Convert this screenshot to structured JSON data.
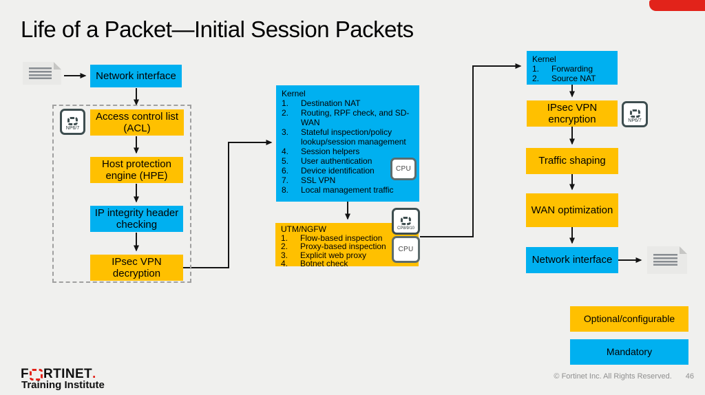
{
  "slide": {
    "title": "Life of a Packet—Initial Session Packets",
    "page_number": "46",
    "copyright": "© Fortinet Inc. All Rights Reserved.",
    "brand_wordmark_left": "F",
    "brand_wordmark_right": "RTINET",
    "brand_dot": ".",
    "brand_tagline": "Training Institute"
  },
  "colors": {
    "mandatory_blue": "#00b0f0",
    "optional_yellow": "#ffc000",
    "accent_red": "#e2231a"
  },
  "icons": {
    "np67_label": "NP6/7",
    "cpu_label": "CPU",
    "cp8910_label": "CP8/9/10"
  },
  "flow": {
    "ingress_interface": "Network interface",
    "acl": "Access control list (ACL)",
    "hpe": "Host protection engine (HPE)",
    "ip_integrity": "IP integrity header checking",
    "ipsec_decryption": "IPsec VPN decryption",
    "kernel_main": {
      "title": "Kernel",
      "items": [
        {
          "n": "1.",
          "text": "Destination NAT"
        },
        {
          "n": "2.",
          "text": "Routing, RPF check, and SD-WAN"
        },
        {
          "n": "3.",
          "text": "Stateful inspection/policy lookup/session management"
        },
        {
          "n": "4.",
          "text": "Session helpers"
        },
        {
          "n": "5.",
          "text": "User authentication"
        },
        {
          "n": "6.",
          "text": "Device identification"
        },
        {
          "n": "7.",
          "text": "SSL VPN"
        },
        {
          "n": "8.",
          "text": "Local management traffic"
        }
      ]
    },
    "utm": {
      "title": "UTM/NGFW",
      "items": [
        {
          "n": "1.",
          "text": "Flow-based inspection"
        },
        {
          "n": "2.",
          "text": "Proxy-based inspection"
        },
        {
          "n": "3.",
          "text": "Explicit web proxy"
        },
        {
          "n": "4.",
          "text": "Botnet check"
        }
      ]
    },
    "kernel_egress": {
      "title": "Kernel",
      "items": [
        {
          "n": "1.",
          "text": "Forwarding"
        },
        {
          "n": "2.",
          "text": "Source NAT"
        }
      ]
    },
    "ipsec_encryption": "IPsec VPN encryption",
    "traffic_shaping": "Traffic shaping",
    "wan_optimization": "WAN optimization",
    "egress_interface": "Network interface"
  },
  "legend": {
    "optional_label": "Optional/configurable",
    "mandatory_label": "Mandatory"
  }
}
